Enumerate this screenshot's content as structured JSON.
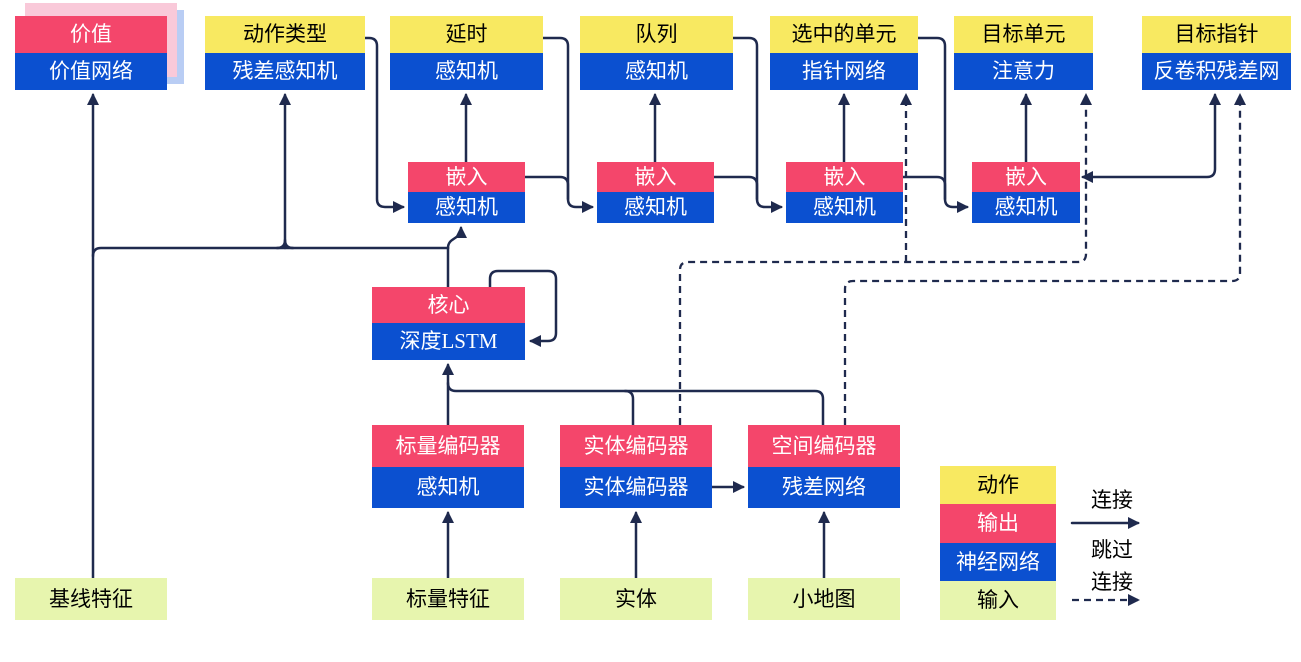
{
  "diagram": {
    "title": "agent architecture diagram",
    "nodes": {
      "value": {
        "top": "价值",
        "bottom": "价值网络"
      },
      "action_type": {
        "top": "动作类型",
        "bottom": "残差感知机"
      },
      "delay": {
        "top": "延时",
        "bottom": "感知机"
      },
      "queue": {
        "top": "队列",
        "bottom": "感知机"
      },
      "selected_units": {
        "top": "选中的单元",
        "bottom": "指针网络"
      },
      "target_unit": {
        "top": "目标单元",
        "bottom": "注意力"
      },
      "target_point": {
        "top": "目标指针",
        "bottom": "反卷积残差网"
      },
      "embed1": {
        "top": "嵌入",
        "bottom": "感知机"
      },
      "embed2": {
        "top": "嵌入",
        "bottom": "感知机"
      },
      "embed3": {
        "top": "嵌入",
        "bottom": "感知机"
      },
      "embed4": {
        "top": "嵌入",
        "bottom": "感知机"
      },
      "core": {
        "top": "核心",
        "bottom": "深度LSTM"
      },
      "scalar_encoder": {
        "top": "标量编码器",
        "bottom": "感知机"
      },
      "entity_encoder": {
        "top": "实体编码器",
        "bottom": "实体编码器"
      },
      "spatial_encoder": {
        "top": "空间编码器",
        "bottom": "残差网络"
      },
      "baseline_features": {
        "label": "基线特征"
      },
      "scalar_features": {
        "label": "标量特征"
      },
      "entities": {
        "label": "实体"
      },
      "minimap": {
        "label": "小地图"
      }
    },
    "legend": {
      "action": "动作",
      "output": "输出",
      "network": "神经网络",
      "input": "输入",
      "connection": "连接",
      "skip_line1": "跳过",
      "skip_line2": "连接"
    },
    "colors": {
      "action_yellow": "#f8e961",
      "output_pink": "#f4466b",
      "network_blue": "#0b50d0",
      "input_green": "#e7f5ae",
      "wire_navy": "#1f2a4e",
      "shadow_pink": "#f9c9d9",
      "shadow_blue": "#b9cdf4"
    }
  }
}
